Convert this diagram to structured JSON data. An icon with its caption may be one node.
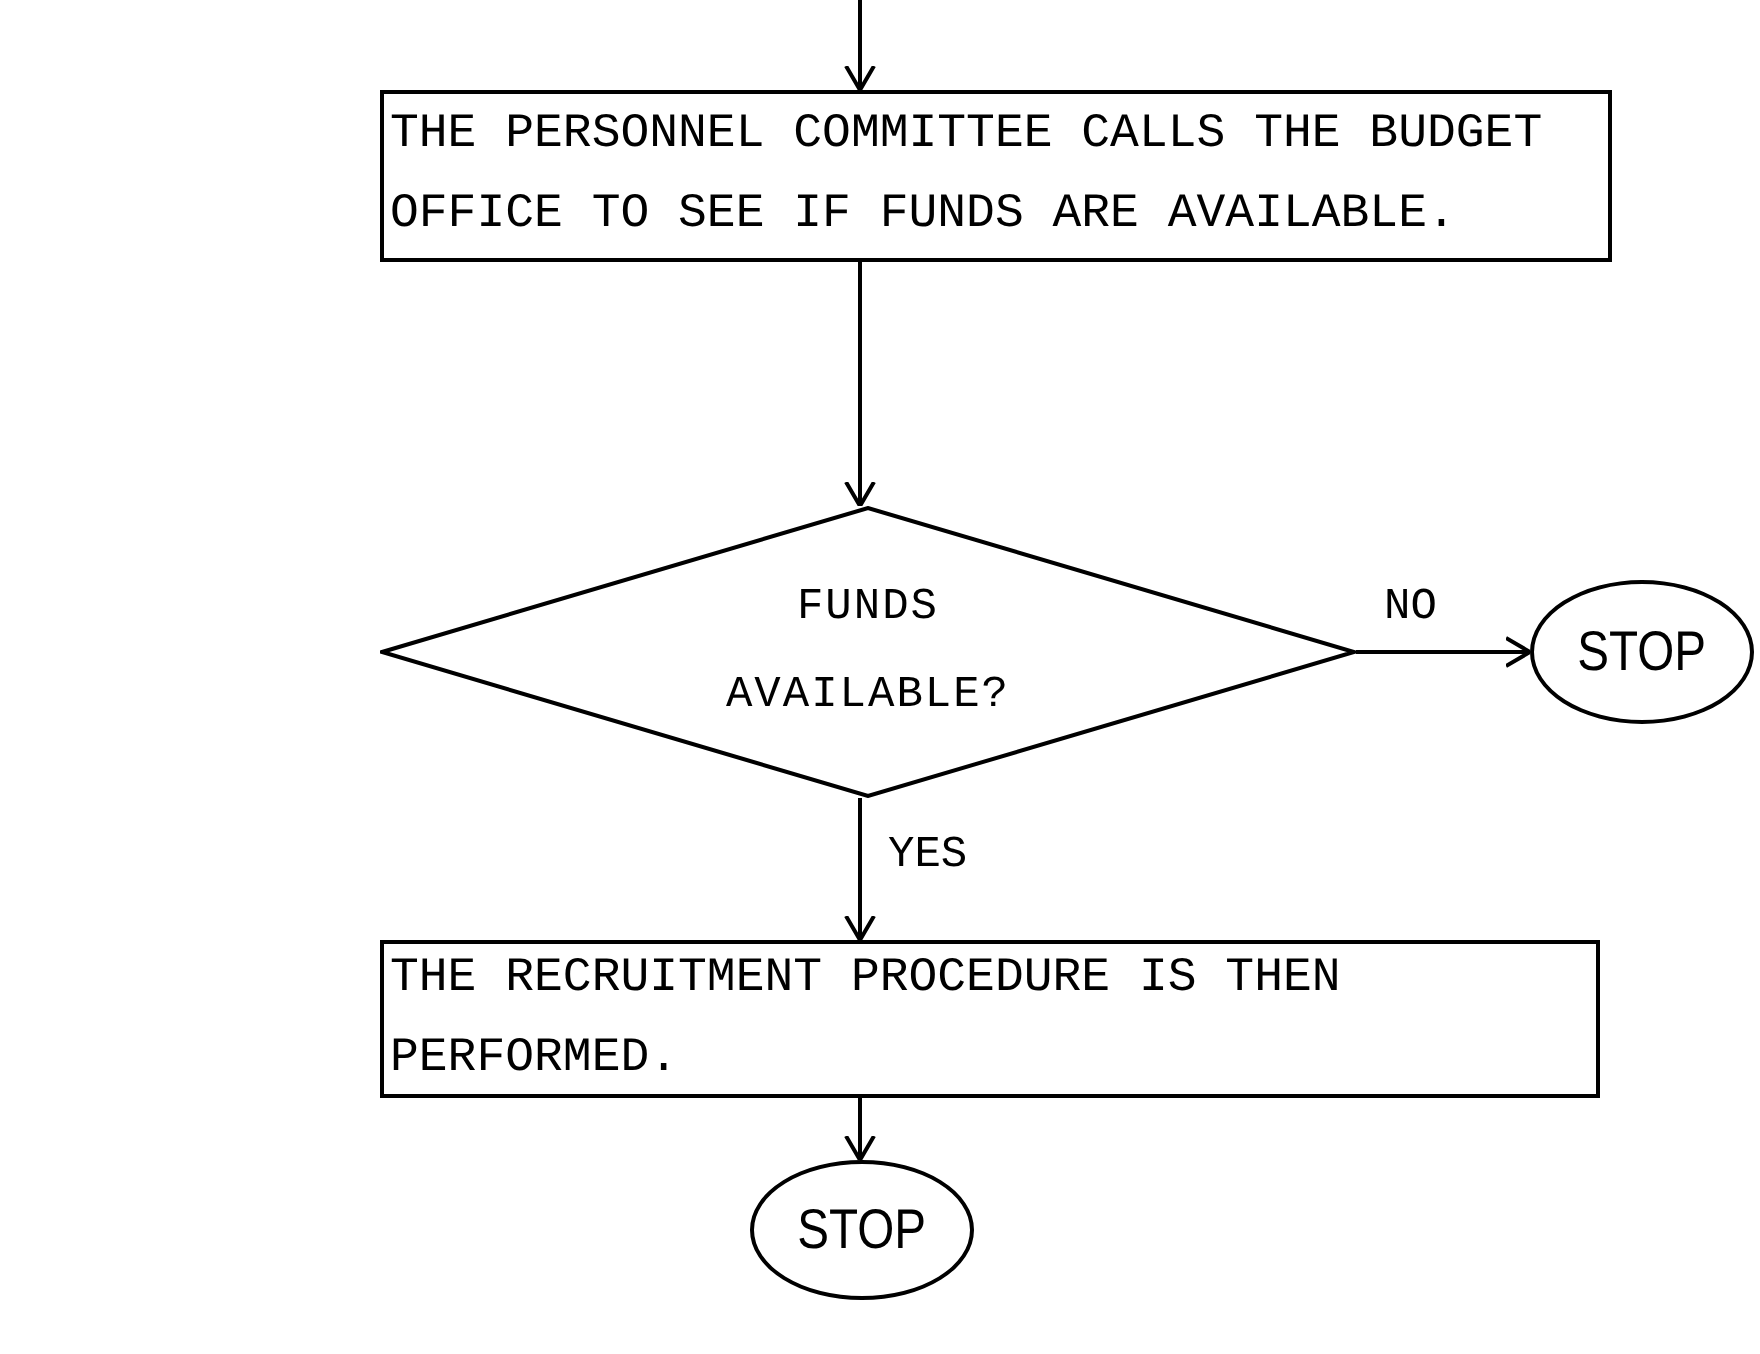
{
  "diagram": {
    "nodes": [
      {
        "text": [
          "THE PERSONNEL COMMITTEE CALLS THE BUDGET OFFICE TO SEE IF FUNDS ARE AVAILABLE."
        ]
      },
      {
        "text": [
          "FUNDS AVAILABLE?"
        ]
      },
      {
        "text": [
          "STOP"
        ]
      },
      {
        "text": [
          "THE RECRUITMENT PROCEDURE IS THEN PERFORMED."
        ]
      },
      {
        "text": [
          "STOP"
        ]
      }
    ],
    "edges": [
      {
        "from": null,
        "to": 0,
        "arrow": "to"
      },
      {
        "from": 0,
        "to": 1,
        "arrow": "to"
      },
      {
        "from": 1,
        "to": 2,
        "arrow": "to",
        "label": "NO"
      },
      {
        "from": 1,
        "to": 3,
        "arrow": "to",
        "label": "YES"
      },
      {
        "from": 3,
        "to": 4,
        "arrow": "to"
      }
    ]
  }
}
